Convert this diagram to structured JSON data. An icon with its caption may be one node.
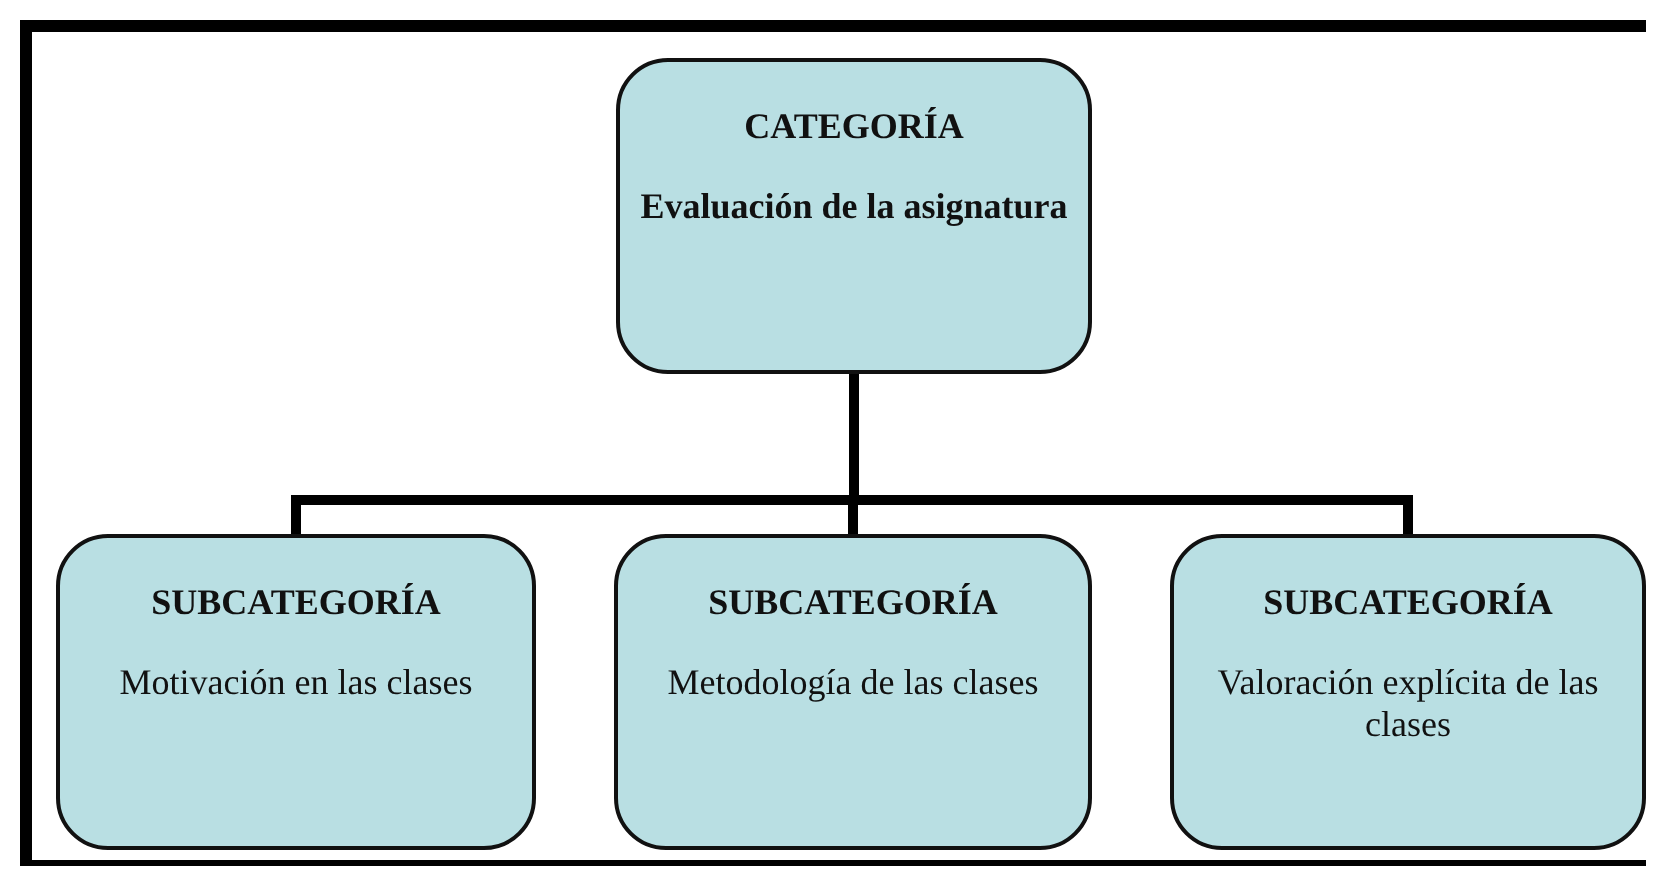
{
  "diagram": {
    "nodes": [
      {
        "text": [
          "CATEGORÍA",
          "Evaluación de la asignatura"
        ]
      },
      {
        "text": [
          "SUBCATEGORÍA",
          "Motivación en las clases"
        ]
      },
      {
        "text": [
          "SUBCATEGORÍA",
          "Metodología de las clases"
        ]
      },
      {
        "text": [
          "SUBCATEGORÍA",
          "Valoración explícita de las clases"
        ]
      }
    ],
    "edges": [
      {
        "from": 0,
        "to": 1,
        "arrow": "none"
      },
      {
        "from": 0,
        "to": 2,
        "arrow": "none"
      },
      {
        "from": 0,
        "to": 3,
        "arrow": "none"
      }
    ]
  }
}
